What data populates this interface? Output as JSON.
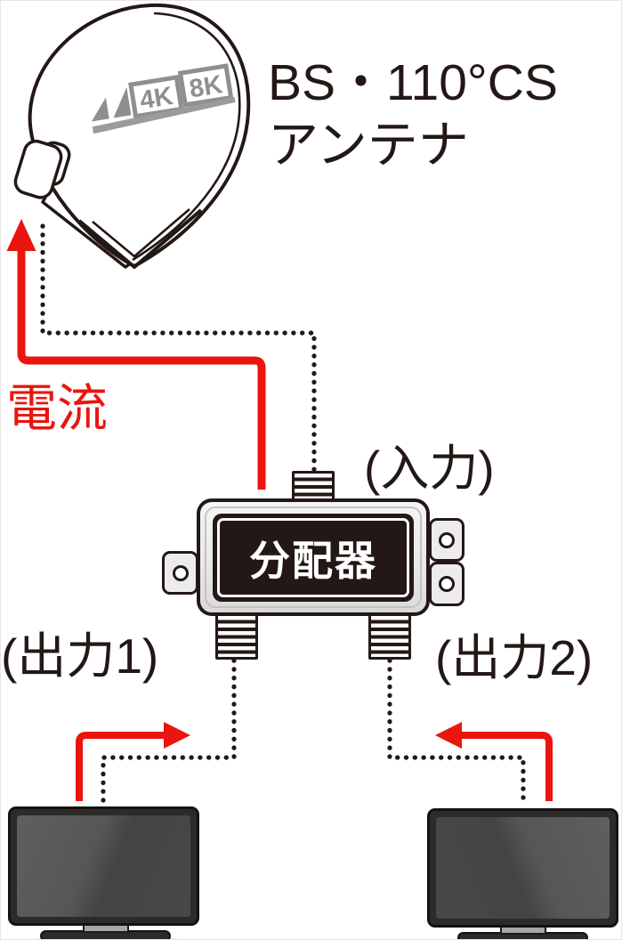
{
  "antenna": {
    "label_line1": "BS・110°CS",
    "label_line2": "アンテナ",
    "logo_badge1": "4K",
    "logo_badge2": "8K"
  },
  "current": {
    "label": "電流"
  },
  "splitter": {
    "name": "分配器",
    "input_label": "(入力)",
    "output1_label": "(出力1)",
    "output2_label": "(出力2)"
  },
  "connections": [
    {
      "from": "antenna",
      "to": "splitter-input",
      "style": "dotted-cable"
    },
    {
      "from": "splitter-output1",
      "to": "tv-left",
      "style": "dotted-cable"
    },
    {
      "from": "splitter-output2",
      "to": "tv-right",
      "style": "dotted-cable"
    },
    {
      "from": "splitter",
      "to": "antenna",
      "style": "red-arrow",
      "label": "電流"
    },
    {
      "from": "tv-left",
      "to": "splitter-output1",
      "style": "red-arrow"
    },
    {
      "from": "tv-right",
      "to": "splitter-output2",
      "style": "red-arrow"
    }
  ],
  "colors": {
    "arrow_red": "#e9150e",
    "line_ink": "#231815",
    "logo_gray": "#8f8f8f",
    "splitter_body": "#ececec",
    "tv_bezel": "#2d2a2a"
  }
}
